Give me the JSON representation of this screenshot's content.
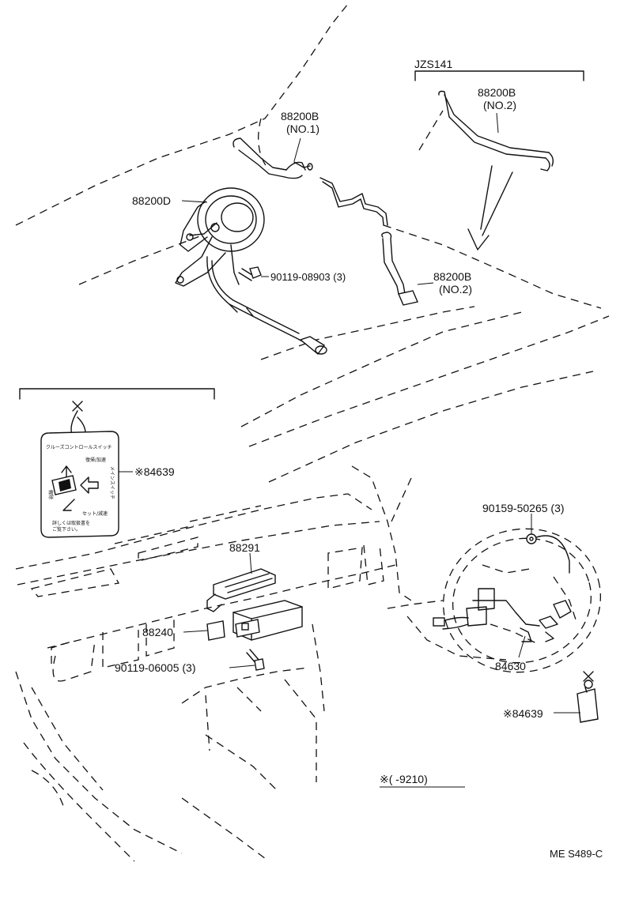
{
  "variant_bracket": {
    "label": "JZS141"
  },
  "labels": {
    "hose_no1_part": "88200B",
    "hose_no1_sub": "(NO.1)",
    "hose_no2_upper_part": "88200B",
    "hose_no2_upper_sub": "(NO.2)",
    "hose_no2_lower_part": "88200B",
    "hose_no2_lower_sub": "(NO.2)",
    "actuator": "88200D",
    "bolt_actuator": "90119-08903 (3)",
    "tag_left": "※84639",
    "computer_bracket": "88291",
    "computer": "88240",
    "bolt_computer": "90119-06005 (3)",
    "screw_wheel": "90159-50265 (3)",
    "switch": "84630",
    "tag_right": "※84639",
    "footnote": "※(      -9210)",
    "figure_code": "ME S489-C"
  },
  "tag_text": {
    "title": "クルーズコントロールスイッチ",
    "resume": "復帰/加速",
    "main": "メインスイッチ",
    "set": "セット/減速",
    "cancel": "解除",
    "note1": "詳しくは取扱書を",
    "note2": "ご覧下さい。"
  }
}
